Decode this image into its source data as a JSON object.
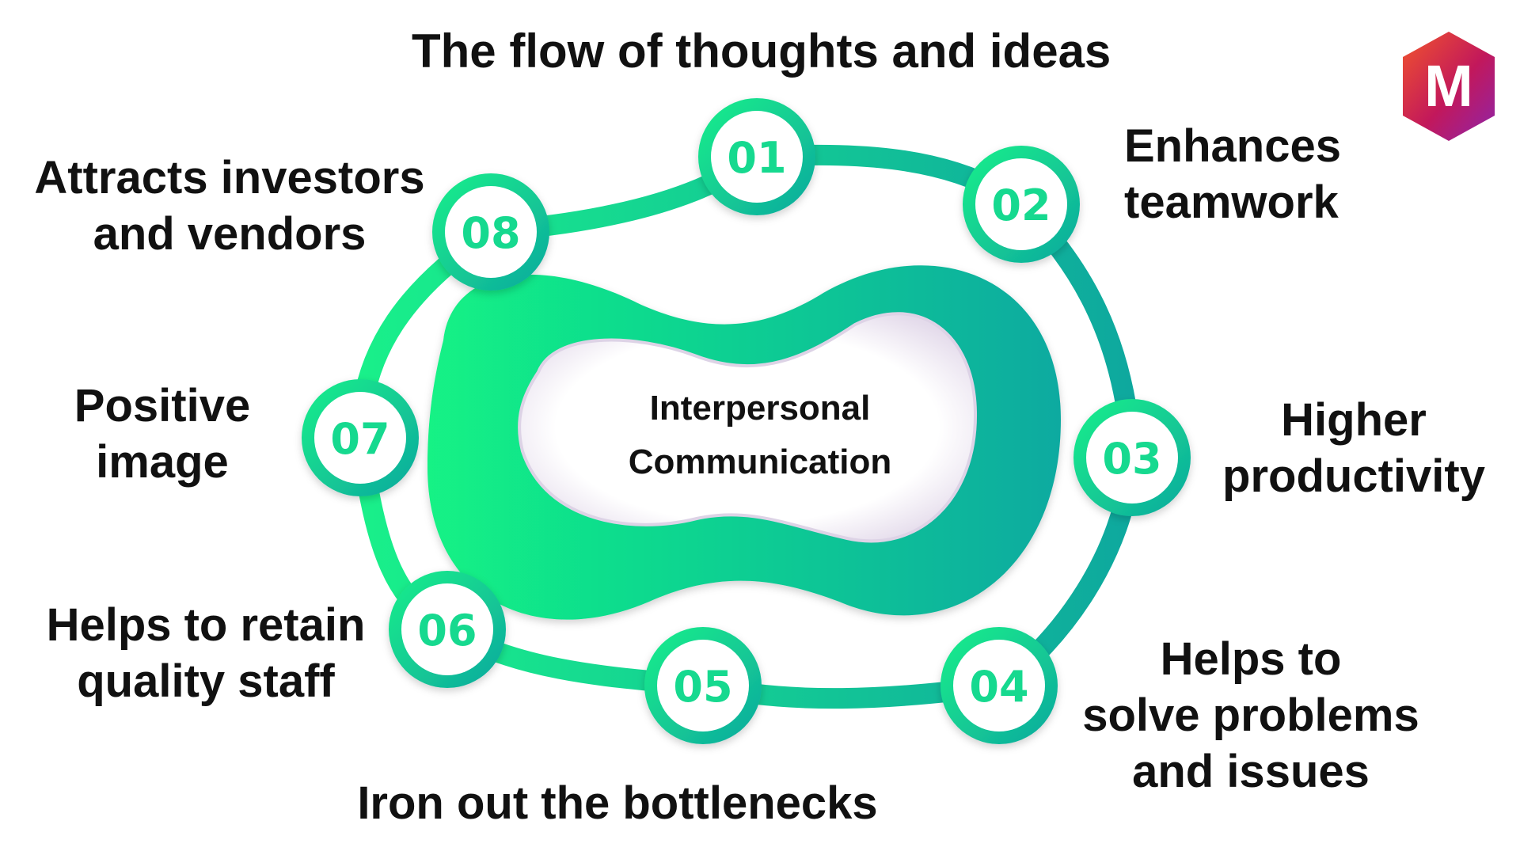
{
  "title": "The flow of thoughts and ideas",
  "center": {
    "line1": "Interpersonal",
    "line2": "Communication"
  },
  "logo": {
    "letter": "M",
    "colors": [
      "#e8412f",
      "#c2185b",
      "#8e24aa"
    ]
  },
  "colors": {
    "accent_green": "#19f08a",
    "accent_teal": "#0ea89e",
    "number_text": "#19d98f",
    "text": "#111111"
  },
  "steps": [
    {
      "number": "01",
      "label": [
        "The flow of thoughts and ideas"
      ]
    },
    {
      "number": "02",
      "label": [
        "Enhances",
        "teamwork"
      ]
    },
    {
      "number": "03",
      "label": [
        "Higher",
        "productivity"
      ]
    },
    {
      "number": "04",
      "label": [
        "Helps to",
        "solve problems",
        "and issues"
      ]
    },
    {
      "number": "05",
      "label": [
        "Iron out the bottlenecks"
      ]
    },
    {
      "number": "06",
      "label": [
        "Helps to retain",
        "quality staff"
      ]
    },
    {
      "number": "07",
      "label": [
        "Positive",
        "image"
      ]
    },
    {
      "number": "08",
      "label": [
        "Attracts investors",
        "and vendors"
      ]
    }
  ]
}
